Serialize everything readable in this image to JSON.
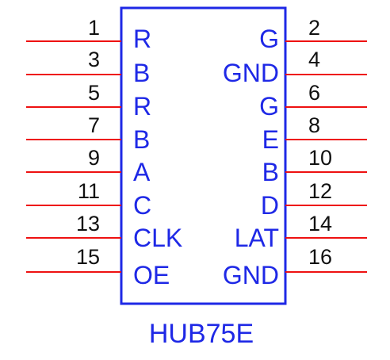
{
  "component": {
    "name": "HUB75E",
    "body_color": "#1e28e6",
    "pin_color": "#ee1111",
    "text_color": "#1e28e6"
  },
  "pins_left": [
    {
      "number": "1",
      "signal": "R"
    },
    {
      "number": "3",
      "signal": "B"
    },
    {
      "number": "5",
      "signal": "R"
    },
    {
      "number": "7",
      "signal": "B"
    },
    {
      "number": "9",
      "signal": "A"
    },
    {
      "number": "11",
      "signal": "C"
    },
    {
      "number": "13",
      "signal": "CLK"
    },
    {
      "number": "15",
      "signal": "OE"
    }
  ],
  "pins_right": [
    {
      "number": "2",
      "signal": "G"
    },
    {
      "number": "4",
      "signal": "GND"
    },
    {
      "number": "6",
      "signal": "G"
    },
    {
      "number": "8",
      "signal": "E"
    },
    {
      "number": "10",
      "signal": "B"
    },
    {
      "number": "12",
      "signal": "D"
    },
    {
      "number": "14",
      "signal": "LAT"
    },
    {
      "number": "16",
      "signal": "GND"
    }
  ]
}
